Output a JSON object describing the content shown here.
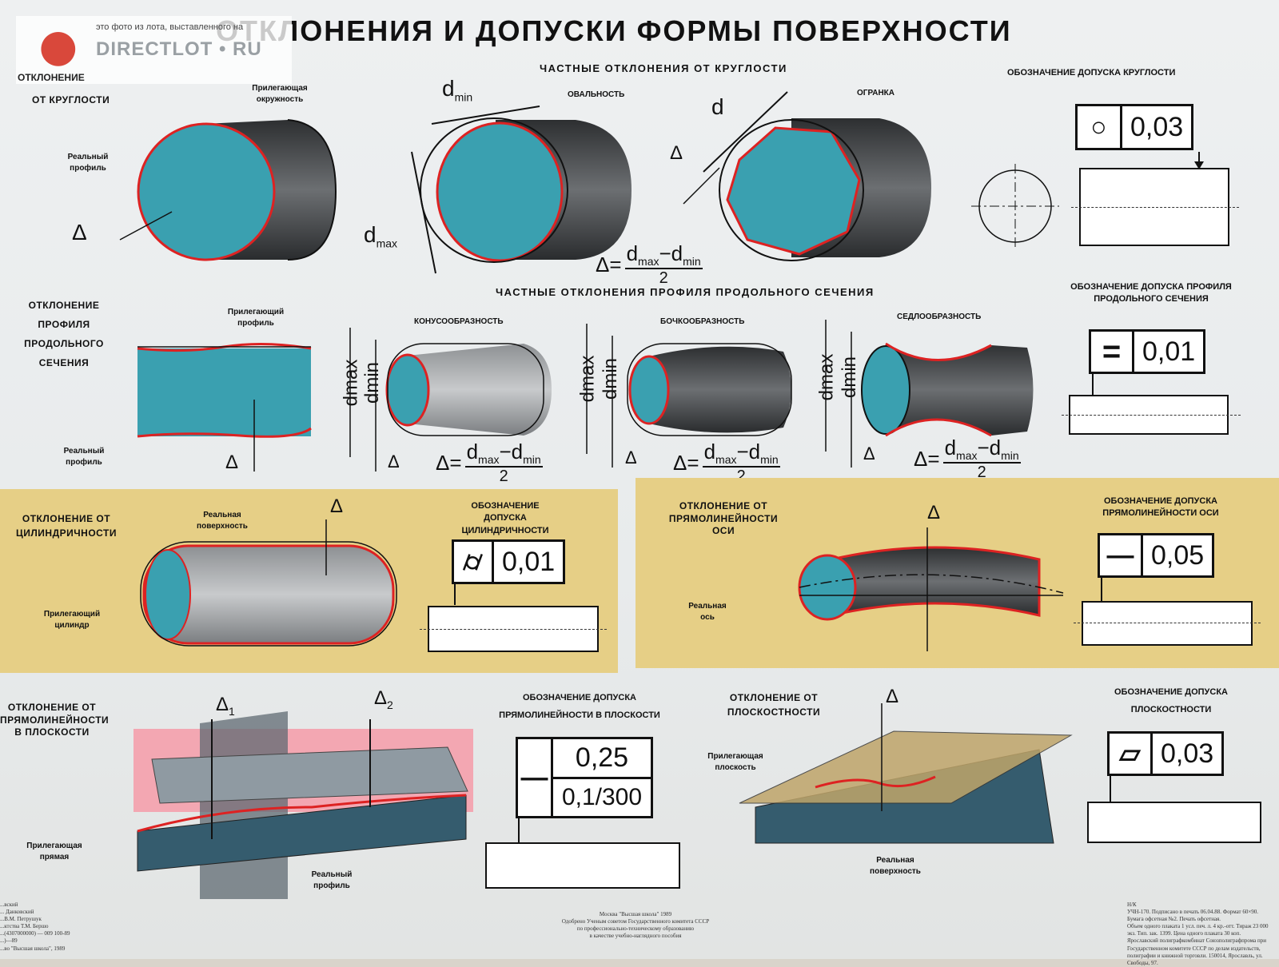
{
  "title": "ОТКЛОНЕНИЯ И ДОПУСКИ ФОРМЫ ПОВЕРХНОСТИ",
  "watermark": {
    "note": "это фото из лота, выставленного на",
    "brand": "DIRECTLOT • RU",
    "subtitle": "ОТКЛОНЕНИЕ"
  },
  "row1": {
    "roundness_title": "ОТ КРУГЛОСТИ",
    "adjacent_circle": "Прилегающая окружность",
    "real_profile": "Реальный профиль",
    "partial_heading": "ЧАСТНЫЕ ОТКЛОНЕНИЯ ОТ КРУГЛОСТИ",
    "ovality": "ОВАЛЬНОСТЬ",
    "faceting": "ОГРАНКА",
    "dmin": "d",
    "dmin_sub": "min",
    "dmax": "d",
    "dmax_sub": "max",
    "d": "d",
    "delta": "Δ",
    "formula_lhs": "Δ=",
    "formula_num": "d",
    "formula_num_sub1": "max",
    "formula_minus": "−d",
    "formula_num_sub2": "min",
    "formula_den": "2",
    "tol_title": "ОБОЗНАЧЕНИЕ ДОПУСКА КРУГЛОСТИ",
    "tol_symbol": "○",
    "tol_value": "0,03"
  },
  "row2": {
    "profile_title": "ОТКЛОНЕНИЕ ПРОФИЛЯ ПРОДОЛЬНОГО СЕЧЕНИЯ",
    "adjacent_profile": "Прилегающий профиль",
    "real_profile": "Реальный профиль",
    "partial_heading": "ЧАСТНЫЕ ОТКЛОНЕНИЯ ПРОФИЛЯ ПРОДОЛЬНОГО СЕЧЕНИЯ",
    "cone": "КОНУСООБРАЗНОСТЬ",
    "barrel": "БОЧКООБРАЗНОСТЬ",
    "saddle": "СЕДЛООБРАЗНОСТЬ",
    "dmax": "dmax",
    "dmin": "dmin",
    "delta": "Δ",
    "tol_title": "ОБОЗНАЧЕНИЕ ДОПУСКА ПРОФИЛЯ ПРОДОЛЬНОГО СЕЧЕНИЯ",
    "tol_symbol": "=",
    "tol_value": "0,01"
  },
  "row3": {
    "cyl_title": "ОТКЛОНЕНИЕ ОТ ЦИЛИНДРИЧНОСТИ",
    "real_surface": "Реальная поверхность",
    "adjacent_cylinder": "Прилегающий цилиндр",
    "delta": "Δ",
    "cyl_tol_title": "ОБОЗНАЧЕНИЕ ДОПУСКА ЦИЛИНДРИЧНОСТИ",
    "cyl_tol_symbol": "⌭",
    "cyl_tol_value": "0,01",
    "axis_title": "ОТКЛОНЕНИЕ ОТ ПРЯМОЛИНЕЙНОСТИ ОСИ",
    "real_axis": "Реальная ось",
    "axis_tol_title": "ОБОЗНАЧЕНИЕ ДОПУСКА ПРЯМОЛИНЕЙНОСТИ ОСИ",
    "axis_tol_symbol": "—",
    "axis_tol_value": "0,05"
  },
  "row4": {
    "straight_title": "ОТКЛОНЕНИЕ ОТ ПРЯМОЛИНЕЙНОСТИ В ПЛОСКОСТИ",
    "delta1": "Δ",
    "delta1_sub": "1",
    "delta2": "Δ",
    "delta2_sub": "2",
    "adjacent_line": "Прилегающая прямая",
    "real_profile": "Реальный профиль",
    "straight_tol_title": "ОБОЗНАЧЕНИЕ ДОПУСКА ПРЯМОЛИНЕЙНОСТИ В ПЛОСКОСТИ",
    "straight_tol_symbol": "—",
    "straight_tol_value1": "0,25",
    "straight_tol_value2": "0,1/300",
    "flat_title": "ОТКЛОНЕНИЕ ОТ ПЛОСКОСТНОСТИ",
    "delta": "Δ",
    "adjacent_plane": "Прилегающая плоскость",
    "real_surface": "Реальная поверхность",
    "flat_tol_title": "ОБОЗНАЧЕНИЕ ДОПУСКА ПЛОСКОСТНОСТИ",
    "flat_tol_symbol": "▱",
    "flat_tol_value": "0,03"
  },
  "footer": {
    "center": "Москва \"Высшая школа\" 1989\nОдобрено Ученым советом Государственного комитета СССР\nпо профессионально-техническому образованию\nв качестве учебно-наглядного пособия",
    "right": "Н/К\nУЧН-170. Подписано в печать 06.04.88. Формат 60×90. Бумага офсетная №2. Печать офсетная.\nОбъем одного плаката 1 усл. печ. л. 4 кр.-отт. Тираж 23 000 экз. Тип. зак. 1399. Цена одного плаката 30 коп.\nЯрославский полиграфкомбинат Союзполиграфпрома при Государственном комитете СССР по делам издательств, полиграфии и книжной торговли. 150014, Ярославль, ул. Свободы, 97.",
    "left": "...вский\n... Данковский\n...В.М. Петрушук\n...ктства Т.М. Бершо\n...(4307000000) — 009 100-89\n...)—89\n...во \"Высшая школа\", 1989"
  }
}
